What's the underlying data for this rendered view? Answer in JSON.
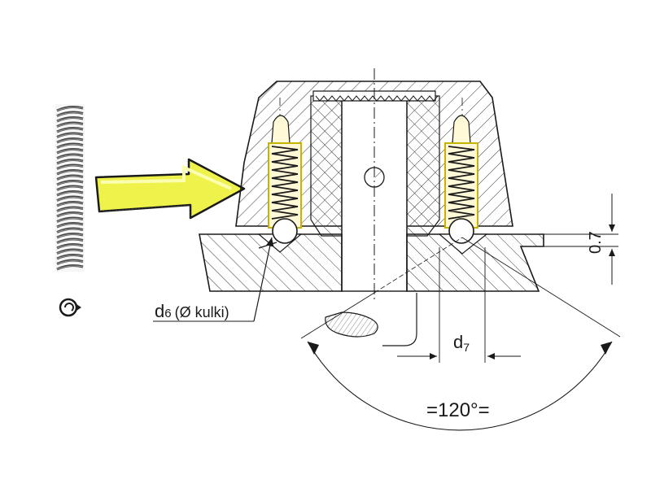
{
  "labels": {
    "d6_main": "d",
    "d6_sub": "6",
    "d6_note": "(Ø kulki)",
    "d7_main": "d",
    "d7_sub": "7",
    "dim_07": "0.7",
    "angle": "=120°="
  },
  "colors": {
    "line": "#1a1a1a",
    "hatch": "#3a3a3a",
    "spring_fill": "#fff9d8",
    "spring_outline": "#c8b400",
    "arrow_fill": "#eef24a",
    "arrow_light": "#fbffb0",
    "spring_photo": "#444444"
  },
  "icons": {
    "spring_photo": "coil-spring-icon",
    "arrow": "block-arrow-right-icon",
    "logo": "logo-icon"
  }
}
